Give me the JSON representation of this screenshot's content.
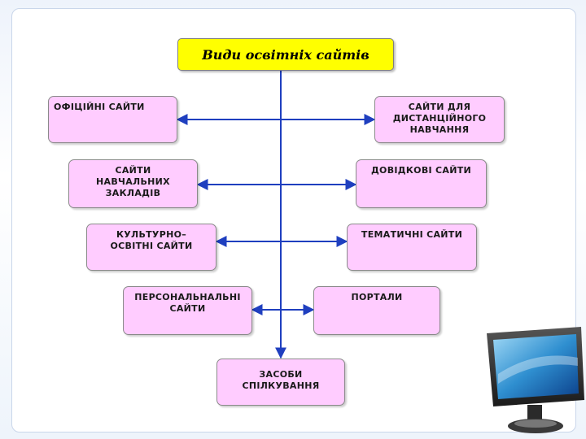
{
  "title": "Види освітніх сайтів",
  "nodes": {
    "official": "ОФІЦІЙНІ САЙТИ",
    "distance": "САЙТИ ДЛЯ\nДИСТАНЦІЙНОГО\nНАВЧАННЯ",
    "institutions": "САЙТИ\nНАВЧАЛЬНИХ\nЗАКЛАДІВ",
    "reference": "ДОВІДКОВІ САЙТИ",
    "cultural": "КУЛЬТУРНО–\nОСВІТНІ САЙТИ",
    "thematic": "ТЕМАТИЧНІ САЙТИ",
    "personal": "ПЕРСОНАЛЬНАЛЬНІ\nСАЙТИ",
    "portals": "ПОРТАЛИ",
    "communication": "ЗАСОБИ\nСПІЛКУВАННЯ"
  },
  "colors": {
    "title_fill": "#ffff00",
    "node_fill": "#ffccff",
    "connector": "#1f3fbf"
  }
}
